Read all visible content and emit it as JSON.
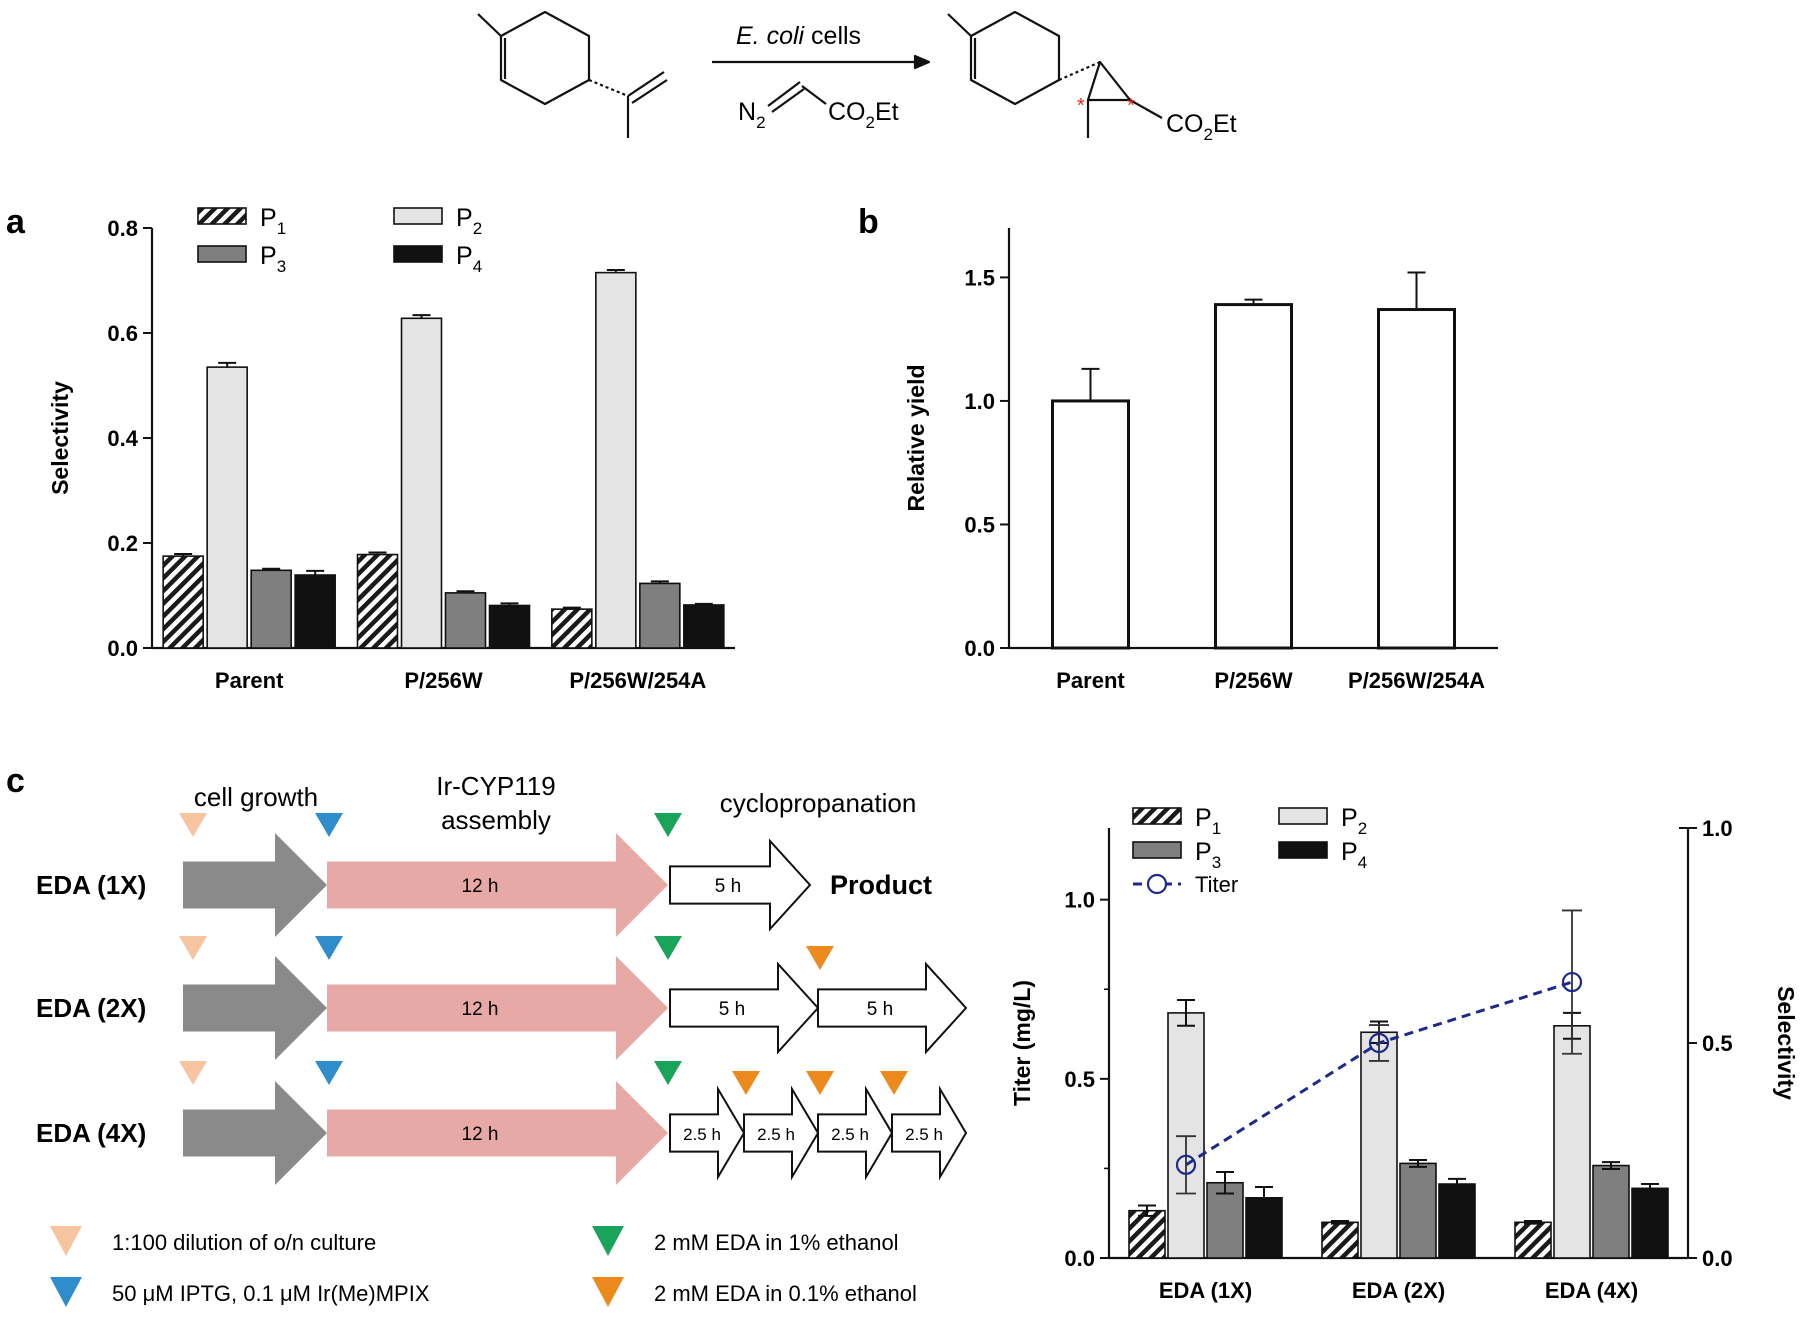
{
  "reaction": {
    "reagent_above": "E. coli cells",
    "reagent_italic": "E. coli",
    "reagent_rest": " cells",
    "diazo_n2": "N",
    "diazo_n2_sub": "2",
    "diazo_ester": "CO",
    "diazo_ester_sub": "2",
    "diazo_ester_tail": "Et",
    "product_ester": "CO",
    "product_ester_sub": "2",
    "product_ester_tail": "Et",
    "stereo_mark": "*"
  },
  "panel_labels": {
    "a": "a",
    "b": "b",
    "c": "c"
  },
  "legend_series": [
    {
      "key": "P1",
      "base": "P",
      "sub": "1",
      "fill": "hatch"
    },
    {
      "key": "P2",
      "base": "P",
      "sub": "2",
      "fill": "#e4e4e4"
    },
    {
      "key": "P3",
      "base": "P",
      "sub": "3",
      "fill": "#7f7f7f"
    },
    {
      "key": "P4",
      "base": "P",
      "sub": "4",
      "fill": "#111111"
    }
  ],
  "titer_legend": "Titer",
  "chart_data": [
    {
      "id": "a",
      "type": "bar",
      "categories": [
        "Parent",
        "P/256W",
        "P/256W/254A"
      ],
      "series": [
        {
          "name": "P1",
          "values": [
            0.175,
            0.178,
            0.074
          ],
          "errors": [
            0.004,
            0.004,
            0.003
          ]
        },
        {
          "name": "P2",
          "values": [
            0.535,
            0.628,
            0.715
          ],
          "errors": [
            0.008,
            0.006,
            0.005
          ]
        },
        {
          "name": "P3",
          "values": [
            0.148,
            0.105,
            0.123
          ],
          "errors": [
            0.003,
            0.003,
            0.004
          ]
        },
        {
          "name": "P4",
          "values": [
            0.139,
            0.081,
            0.082
          ],
          "errors": [
            0.008,
            0.004,
            0.002
          ]
        }
      ],
      "ylabel": "Selectivity",
      "ylim": [
        0,
        0.8
      ],
      "yticks": [
        "0.0",
        "0.2",
        "0.4",
        "0.6",
        "0.8"
      ],
      "legend": "top-left"
    },
    {
      "id": "b",
      "type": "bar",
      "categories": [
        "Parent",
        "P/256W",
        "P/256W/254A"
      ],
      "values": [
        1.0,
        1.39,
        1.37
      ],
      "errors": [
        0.13,
        0.02,
        0.15
      ],
      "ylabel": "Relative yield",
      "ylim": [
        0,
        1.7
      ],
      "yticks": [
        "0.0",
        "0.5",
        "1.0",
        "1.5"
      ]
    },
    {
      "id": "c-chart",
      "type": "bar",
      "categories": [
        "EDA (1X)",
        "EDA (2X)",
        "EDA (4X)"
      ],
      "series": [
        {
          "name": "P1",
          "values": [
            0.11,
            0.083,
            0.083
          ],
          "errors": [
            0.012,
            0.003,
            0.003
          ]
        },
        {
          "name": "P2",
          "values": [
            0.57,
            0.525,
            0.54
          ],
          "errors": [
            0.03,
            0.025,
            0.03
          ]
        },
        {
          "name": "P3",
          "values": [
            0.175,
            0.22,
            0.215
          ],
          "errors": [
            0.025,
            0.008,
            0.008
          ]
        },
        {
          "name": "P4",
          "values": [
            0.14,
            0.172,
            0.162
          ],
          "errors": [
            0.025,
            0.012,
            0.01
          ]
        }
      ],
      "titer": {
        "name": "Titer",
        "values": [
          0.26,
          0.6,
          0.77
        ],
        "errors": [
          0.08,
          0.05,
          0.2
        ]
      },
      "ylabel_left": "Titer (mg/L)",
      "ylim_left": [
        0,
        1.2
      ],
      "yticks_left": [
        "0.0",
        "0.5",
        "1.0"
      ],
      "ylabel_right": "Selectivity",
      "ylim_right": [
        0,
        1.0
      ],
      "yticks_right": [
        "0.0",
        "0.5",
        "1.0"
      ],
      "legend": "top"
    }
  ],
  "workflow": {
    "stage_labels": {
      "growth": "cell growth",
      "assembly_1": "Ir-CYP119",
      "assembly_2": "assembly",
      "cyclo": "cyclopropanation"
    },
    "rows": [
      {
        "label": "EDA (1X)",
        "assembly_time": "12 h",
        "cyclo_steps": [
          "5 h"
        ],
        "end_label": "Product"
      },
      {
        "label": "EDA (2X)",
        "assembly_time": "12 h",
        "cyclo_steps": [
          "5 h",
          "5 h"
        ]
      },
      {
        "label": "EDA (4X)",
        "assembly_time": "12 h",
        "cyclo_steps": [
          "2.5 h",
          "2.5 h",
          "2.5 h",
          "2.5 h"
        ]
      }
    ],
    "key": [
      {
        "color": "#f7c4a0",
        "text": "1:100 dilution of o/n culture"
      },
      {
        "color": "#2f8dcc",
        "text": "50 μM IPTG, 0.1 μM Ir(Me)MPIX"
      },
      {
        "color": "#1aa35a",
        "text": "2 mM EDA in 1% ethanol"
      },
      {
        "color": "#ec8a1e",
        "text": "2 mM EDA in 0.1% ethanol"
      }
    ],
    "colors": {
      "growth": "#8a8a8a",
      "assembly": "#e7a9a6",
      "cyclo": "#ffffff",
      "titer_line": "#1d2a8a"
    }
  }
}
